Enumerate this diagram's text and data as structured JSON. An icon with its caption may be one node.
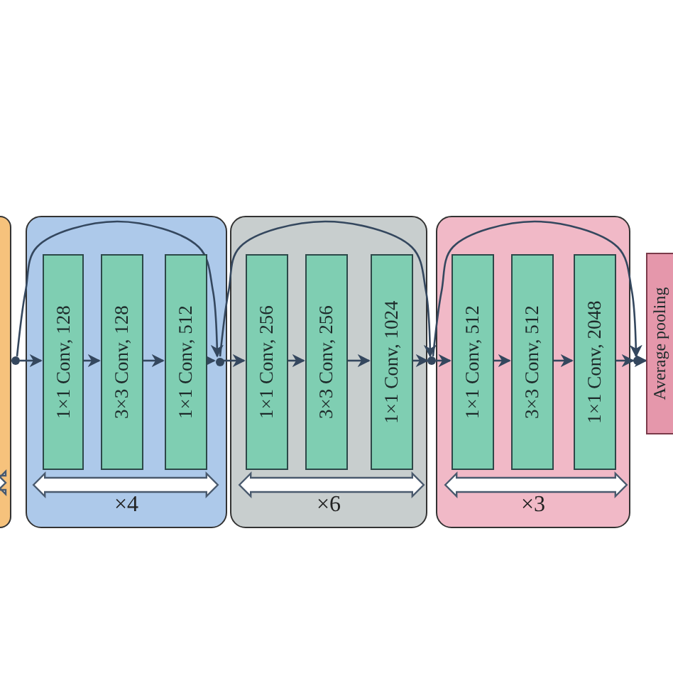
{
  "diagram": {
    "nodes": [
      {
        "text": [],
        "shape": "box"
      },
      {
        "text": [
          "×4"
        ]
      },
      {
        "text": [
          "1×1 Conv, 128"
        ],
        "in": 1
      },
      {
        "text": [
          "3×3 Conv, 128"
        ],
        "in": 1
      },
      {
        "text": [
          "1×1 Conv, 512"
        ],
        "in": 1
      },
      {
        "text": [
          "×6"
        ]
      },
      {
        "text": [
          "1×1 Conv, 256"
        ],
        "in": 5
      },
      {
        "text": [
          "3×3 Conv, 256"
        ],
        "in": 5
      },
      {
        "text": [
          "1×1 Conv, 1024"
        ],
        "in": 5
      },
      {
        "text": [
          "×3"
        ]
      },
      {
        "text": [
          "1×1 Conv, 512"
        ],
        "in": 9
      },
      {
        "text": [
          "3×3 Conv, 512"
        ],
        "in": 9
      },
      {
        "text": [
          "1×1 Conv, 2048"
        ],
        "in": 9
      },
      {
        "text": [
          "Average pooling"
        ]
      },
      {
        "text": [],
        "shape": "circle"
      },
      {
        "text": [],
        "shape": "circle",
        "in": 1
      },
      {
        "text": [],
        "shape": "circle"
      },
      {
        "text": [],
        "shape": "circle"
      },
      {
        "text": [],
        "shape": "arrow",
        "in": 1
      },
      {
        "text": [],
        "shape": "arrow",
        "in": 5
      },
      {
        "text": [],
        "shape": "arrow",
        "in": 9
      }
    ],
    "edges": [
      {
        "from": 14,
        "to": 2,
        "arrow": "to"
      },
      {
        "from": 2,
        "to": 3,
        "arrow": "to"
      },
      {
        "from": 3,
        "to": 4,
        "arrow": "to"
      },
      {
        "from": 4,
        "to": 15,
        "arrow": "to"
      },
      {
        "from": 14,
        "to": 15,
        "arrow": "to"
      },
      {
        "from": 15,
        "to": 6,
        "arrow": "to"
      },
      {
        "from": 6,
        "to": 7,
        "arrow": "to"
      },
      {
        "from": 7,
        "to": 8,
        "arrow": "to"
      },
      {
        "from": 8,
        "to": 16,
        "arrow": "to"
      },
      {
        "from": 15,
        "to": 16,
        "arrow": "to"
      },
      {
        "from": 16,
        "to": 10,
        "arrow": "to"
      },
      {
        "from": 10,
        "to": 11,
        "arrow": "to"
      },
      {
        "from": 11,
        "to": 12,
        "arrow": "to"
      },
      {
        "from": 12,
        "to": 17,
        "arrow": "to"
      },
      {
        "from": 16,
        "to": 17,
        "arrow": "to"
      },
      {
        "from": 17,
        "to": 13,
        "arrow": "to"
      }
    ]
  }
}
